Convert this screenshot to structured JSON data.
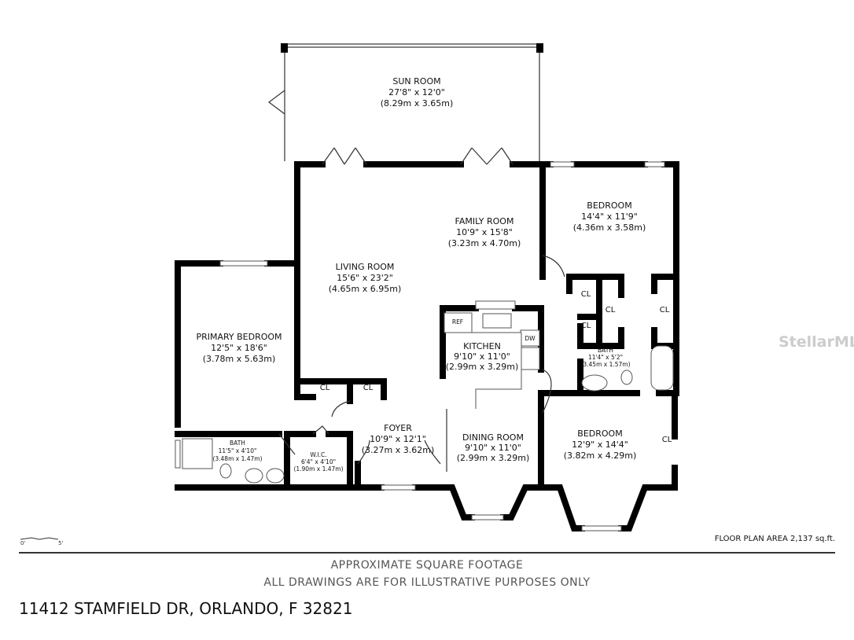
{
  "rooms": {
    "sun_room": {
      "name": "SUN ROOM",
      "dim_ft": "27'8\" x 12'0\"",
      "dim_m": "(8.29m x 3.65m)"
    },
    "family_room": {
      "name": "FAMILY ROOM",
      "dim_ft": "10'9\" x 15'8\"",
      "dim_m": "(3.23m x 4.70m)"
    },
    "bedroom_1": {
      "name": "BEDROOM",
      "dim_ft": "14'4\" x 11'9\"",
      "dim_m": "(4.36m x 3.58m)"
    },
    "living_room": {
      "name": "LIVING ROOM",
      "dim_ft": "15'6\" x 23'2\"",
      "dim_m": "(4.65m x 6.95m)"
    },
    "primary_bedroom": {
      "name": "PRIMARY BEDROOM",
      "dim_ft": "12'5\" x 18'6\"",
      "dim_m": "(3.78m x 5.63m)"
    },
    "kitchen": {
      "name": "KITCHEN",
      "dim_ft": "9'10\" x 11'0\"",
      "dim_m": "(2.99m x 3.29m)"
    },
    "bath_1": {
      "name": "BATH",
      "dim_ft": "11'4\" x 5'2\"",
      "dim_m": "(3.45m x 1.57m)"
    },
    "foyer": {
      "name": "FOYER",
      "dim_ft": "10'9\" x 12'1\"",
      "dim_m": "(3.27m x 3.62m)"
    },
    "dining_room": {
      "name": "DINING ROOM",
      "dim_ft": "9'10\" x 11'0\"",
      "dim_m": "(2.99m x 3.29m)"
    },
    "bedroom_2": {
      "name": "BEDROOM",
      "dim_ft": "12'9\" x 14'4\"",
      "dim_m": "(3.82m x 4.29m)"
    },
    "primary_bath": {
      "name": "BATH",
      "dim_ft": "11'5\" x 4'10\"",
      "dim_m": "(3.48m x 1.47m)"
    },
    "wic": {
      "name": "W.I.C.",
      "dim_ft": "6'4\" x 4'10\"",
      "dim_m": "(1.90m x 1.47m)"
    }
  },
  "labels": {
    "closet": "CL",
    "ref": "REF",
    "dw": "DW"
  },
  "scale": {
    "start": "0'",
    "end": "5'"
  },
  "floor_plan_area": "FLOOR PLAN AREA 2,137 sq.ft.",
  "footer": {
    "line1": "APPROXIMATE SQUARE FOOTAGE",
    "line2": "ALL DRAWINGS ARE FOR ILLUSTRATIVE PURPOSES ONLY"
  },
  "address": "11412 STAMFIELD DR, ORLANDO, F 32821",
  "watermark": "StellarMLS"
}
